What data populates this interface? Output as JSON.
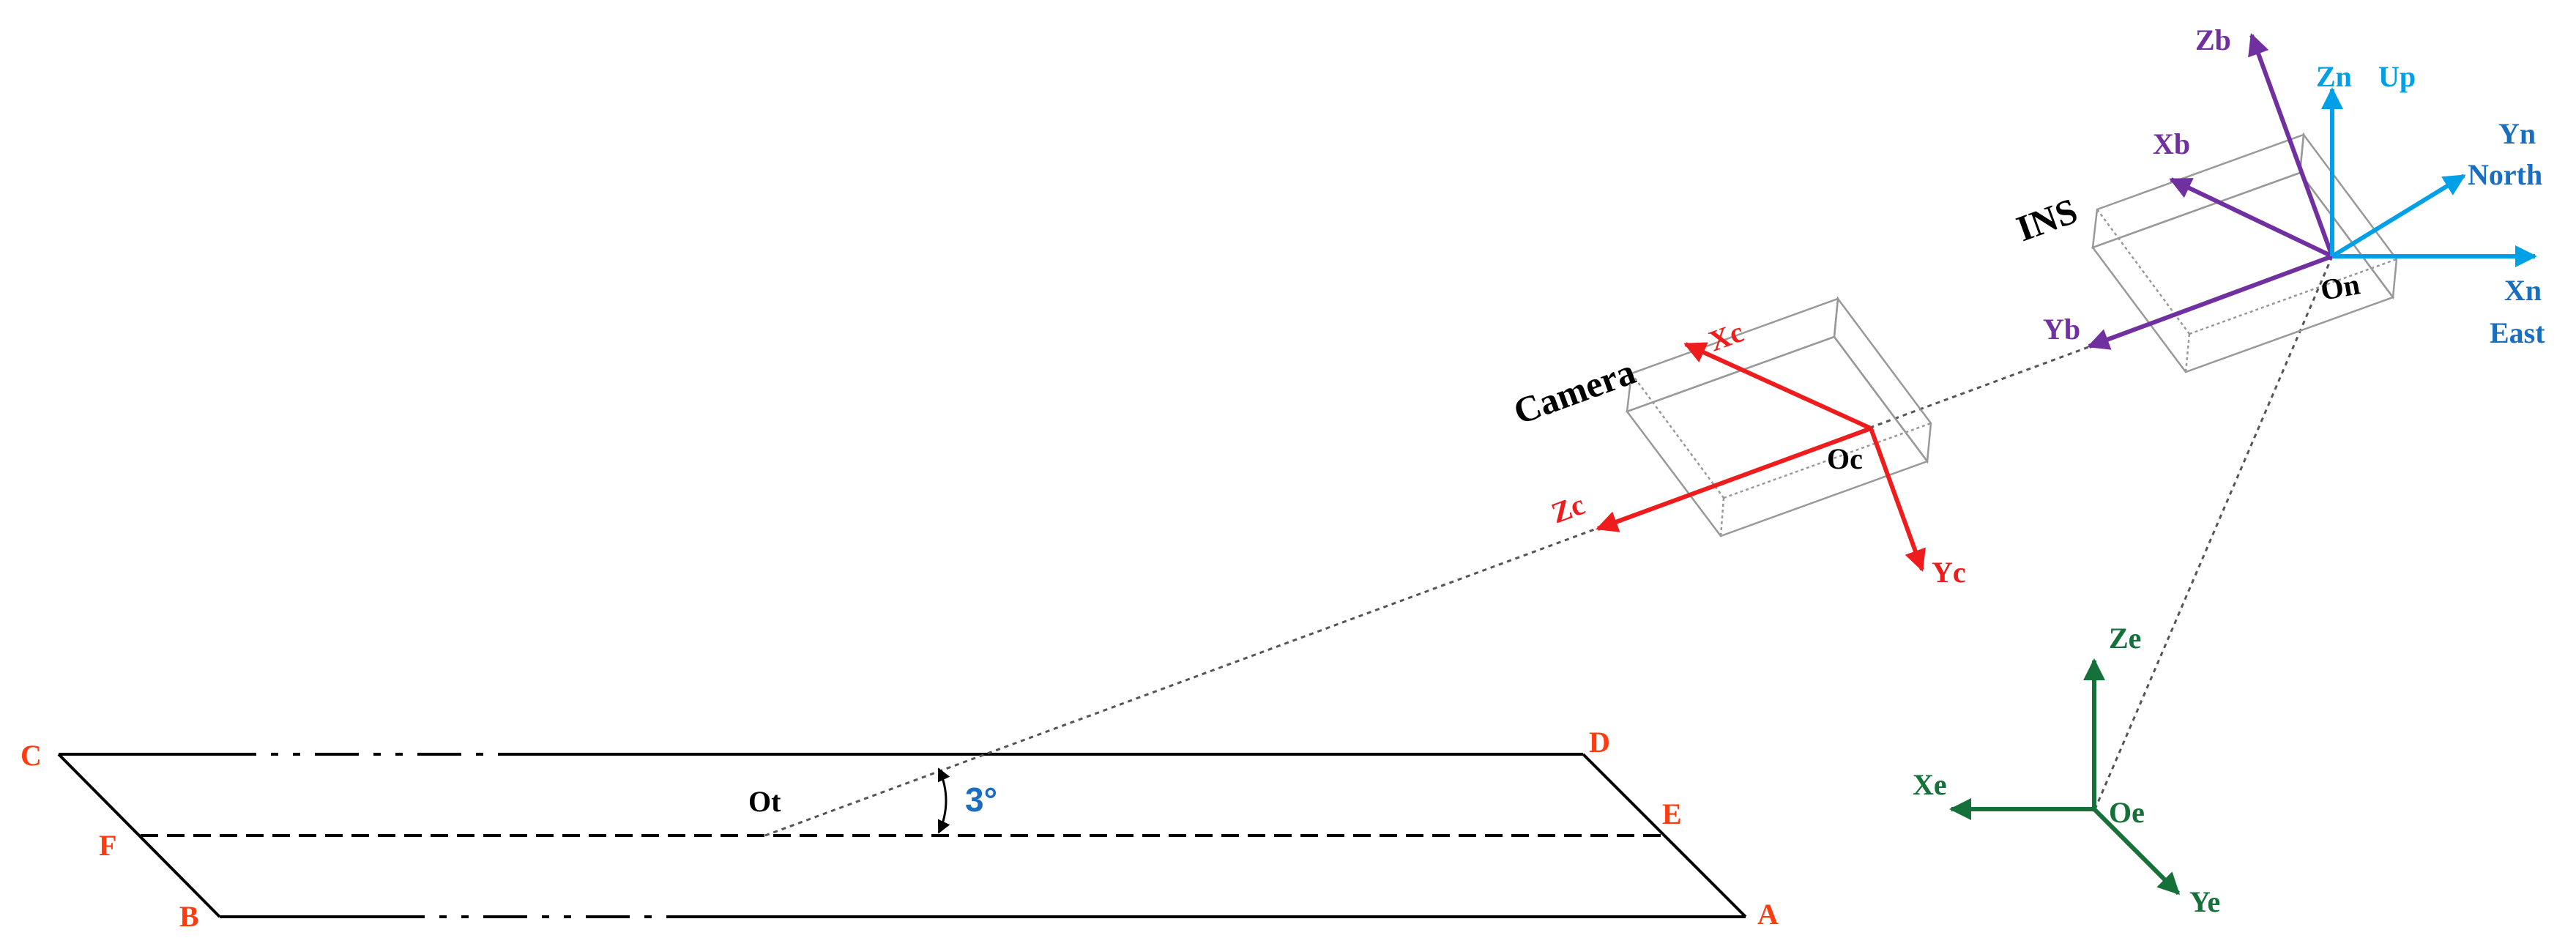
{
  "colors": {
    "red": "#ee1c1c",
    "purple": "#7030a0",
    "cyan": "#00a0e8",
    "blue": "#1a6ec0",
    "green": "#16703a",
    "orange": "#ff3b10",
    "black": "#000000",
    "gray": "#a6a6a6"
  },
  "runway": {
    "corners": {
      "A": "A",
      "B": "B",
      "C": "C",
      "D": "D",
      "E": "E",
      "F": "F"
    },
    "origin": "Ot",
    "angle": "3°"
  },
  "camera": {
    "title": "Camera",
    "origin": "Oc",
    "axes": {
      "x": "Xc",
      "y": "Yc",
      "z": "Zc"
    }
  },
  "ins": {
    "title": "INS",
    "origin": "On",
    "body_axes": {
      "x": "Xb",
      "y": "Yb",
      "z": "Zb"
    },
    "nav_axes": {
      "x": "Xn",
      "x_dir": "East",
      "y": "Yn",
      "y_dir": "North",
      "z": "Zn",
      "z_dir": "Up"
    }
  },
  "earth": {
    "origin": "Oe",
    "axes": {
      "x": "Xe",
      "y": "Ye",
      "z": "Ze"
    }
  }
}
